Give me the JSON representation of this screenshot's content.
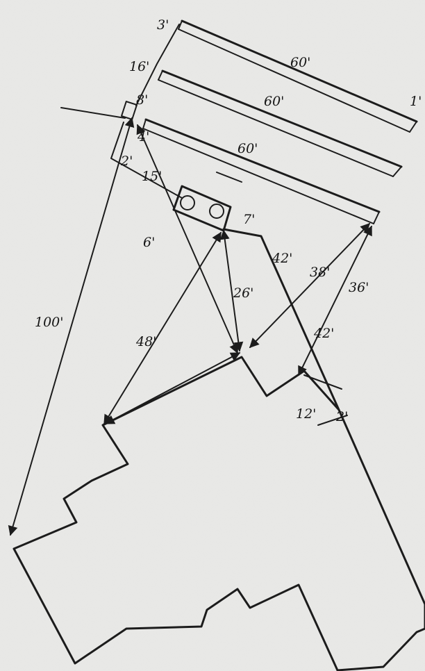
{
  "diagram": {
    "labels": {
      "bar1_left": "3'",
      "bar1_right": "1'",
      "bar1_length": "60'",
      "bar2_length": "60'",
      "bar3_length": "60'",
      "gap_top": "16'",
      "gap_mid": "8'",
      "post_offset": "4'",
      "offset_small": "2'",
      "post_to_block": "15'",
      "post_to_point": "6'",
      "block_right": "7'",
      "wall_upper": "42'",
      "block_to_point": "26'",
      "block_to_corner": "48'",
      "bar_end_to_point": "38'",
      "bar_end_to_notch": "36'",
      "notch_diag": "42'",
      "notch_side": "12'",
      "notch_small": "2'",
      "long_diag": "100'"
    }
  }
}
